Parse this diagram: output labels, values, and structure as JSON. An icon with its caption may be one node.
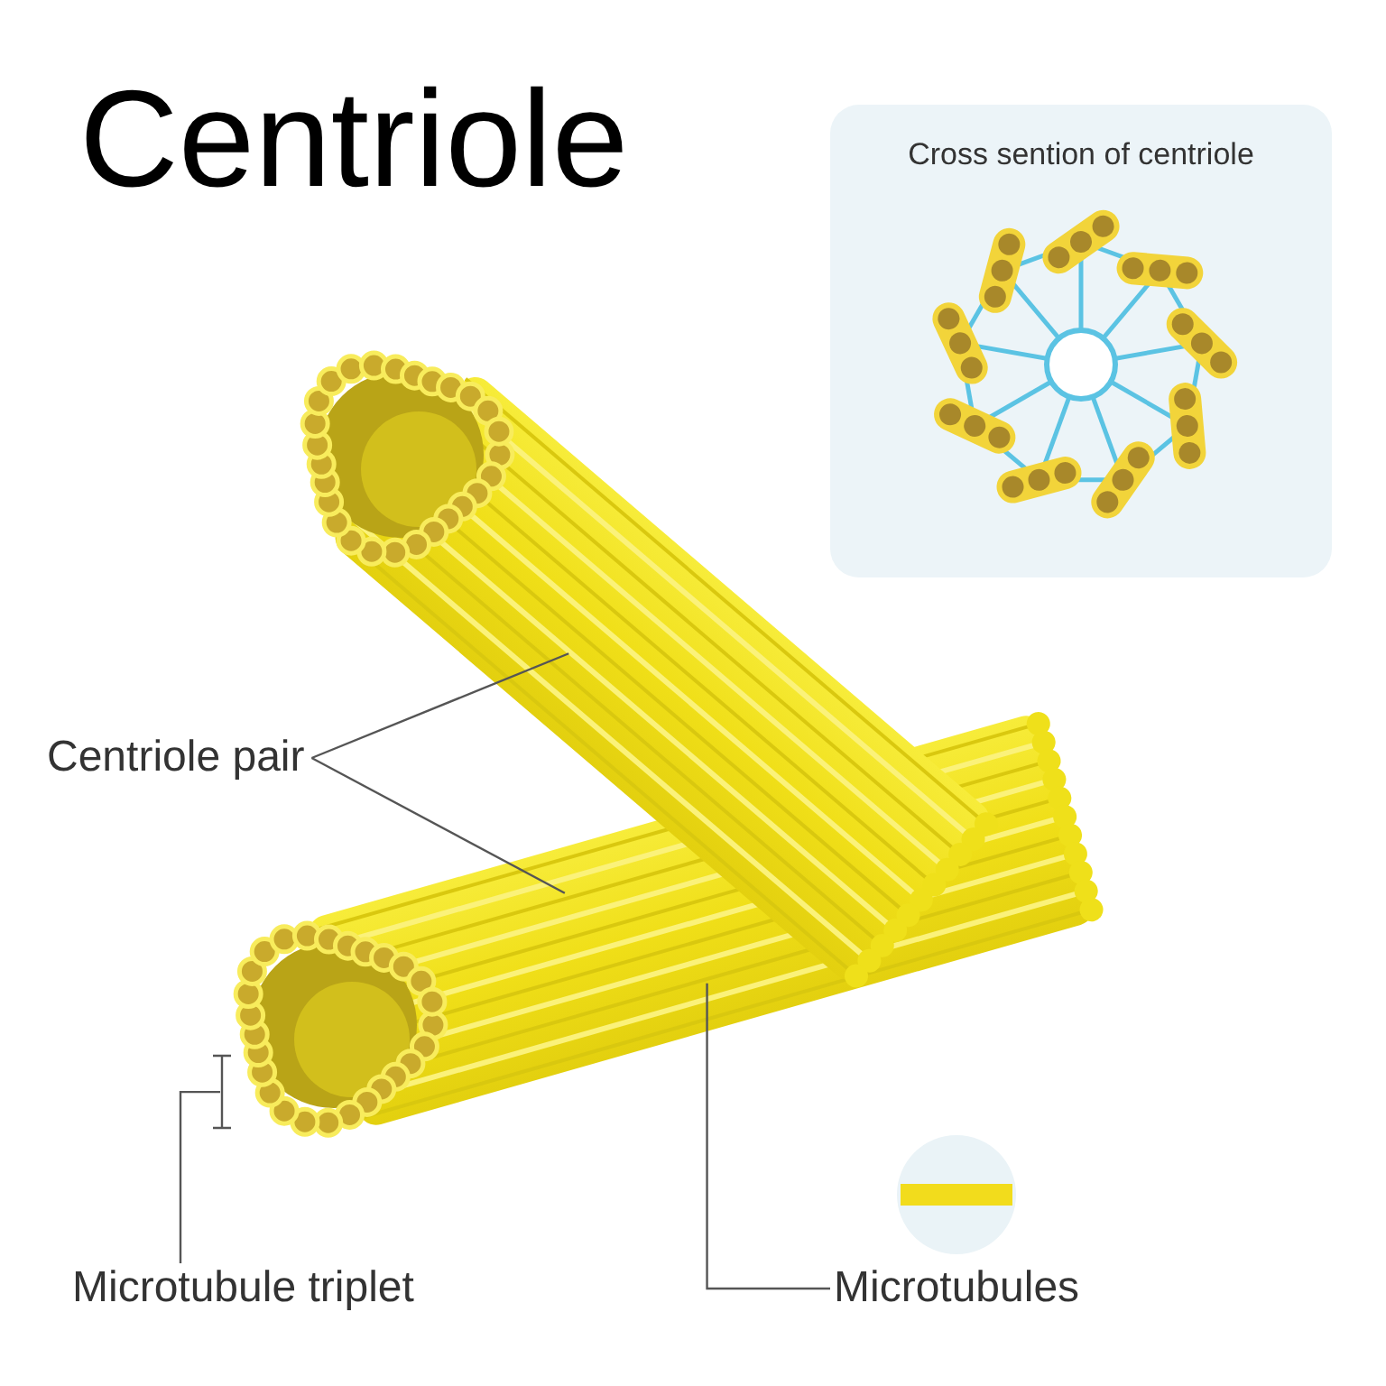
{
  "diagram": {
    "title": "Centriole",
    "nodes": [
      {
        "text": [
          "Cross sention of centriole"
        ]
      },
      {
        "text": [],
        "shape": "picture"
      },
      {
        "text": [],
        "shape": "picture"
      },
      {
        "text": [
          "Centriole pair"
        ]
      },
      {
        "text": [
          "Microtubule triplet"
        ]
      },
      {
        "text": [
          "Microtubules"
        ]
      }
    ],
    "edges": [
      {
        "from": 3,
        "to": 1,
        "arrow": "none"
      },
      {
        "from": 3,
        "to": 2,
        "arrow": "none"
      },
      {
        "from": 4,
        "to": 2,
        "arrow": "none"
      },
      {
        "from": 5,
        "to": 2,
        "arrow": "none"
      }
    ]
  }
}
